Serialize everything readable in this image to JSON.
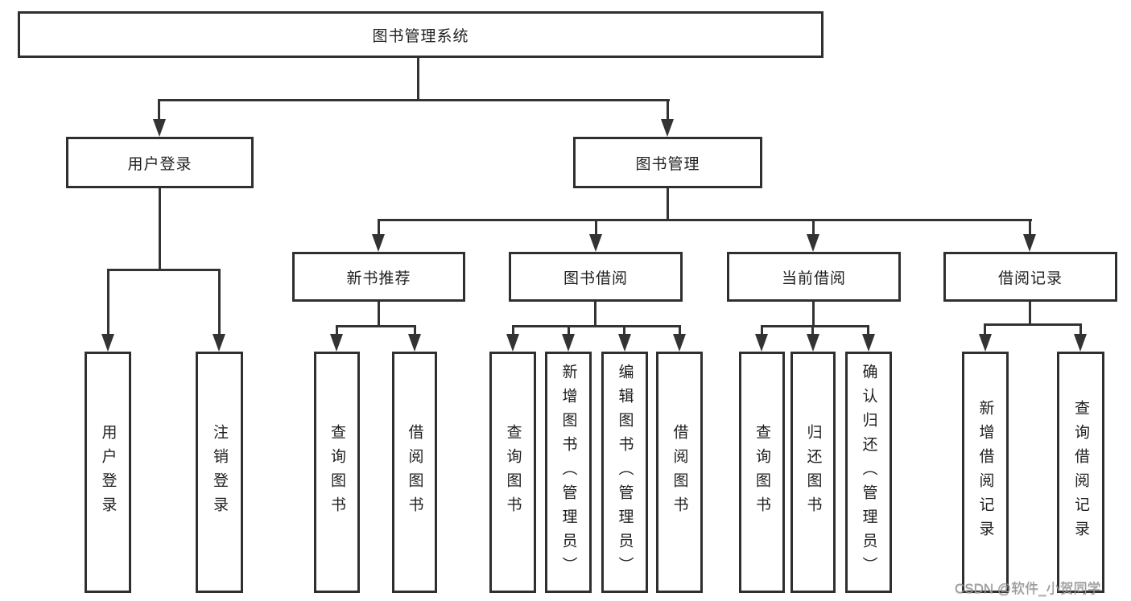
{
  "diagram_type": "hierarchy-tree",
  "tree": {
    "label": "图书管理系统",
    "children": [
      {
        "label": "用户登录",
        "children": [
          {
            "label": "用户登录"
          },
          {
            "label": "注销登录"
          }
        ]
      },
      {
        "label": "图书管理",
        "children": [
          {
            "label": "新书推荐",
            "children": [
              {
                "label": "查询图书"
              },
              {
                "label": "借阅图书"
              }
            ]
          },
          {
            "label": "图书借阅",
            "children": [
              {
                "label": "查询图书"
              },
              {
                "label": "新增图书（管理员）"
              },
              {
                "label": "编辑图书（管理员）"
              },
              {
                "label": "借阅图书"
              }
            ]
          },
          {
            "label": "当前借阅",
            "children": [
              {
                "label": "查询图书"
              },
              {
                "label": "归还图书"
              },
              {
                "label": "确认归还（管理员）"
              }
            ]
          },
          {
            "label": "借阅记录",
            "children": [
              {
                "label": "新增借阅记录"
              },
              {
                "label": "查询借阅记录"
              }
            ]
          }
        ]
      }
    ]
  },
  "watermark": {
    "text": "CSDN @软件_小贺同学"
  },
  "colors": {
    "background": "#ffffff",
    "box_border": "#2f2f2f",
    "line": "#333333",
    "text": "#1f1f1f",
    "watermark": "#9a9a9a"
  }
}
